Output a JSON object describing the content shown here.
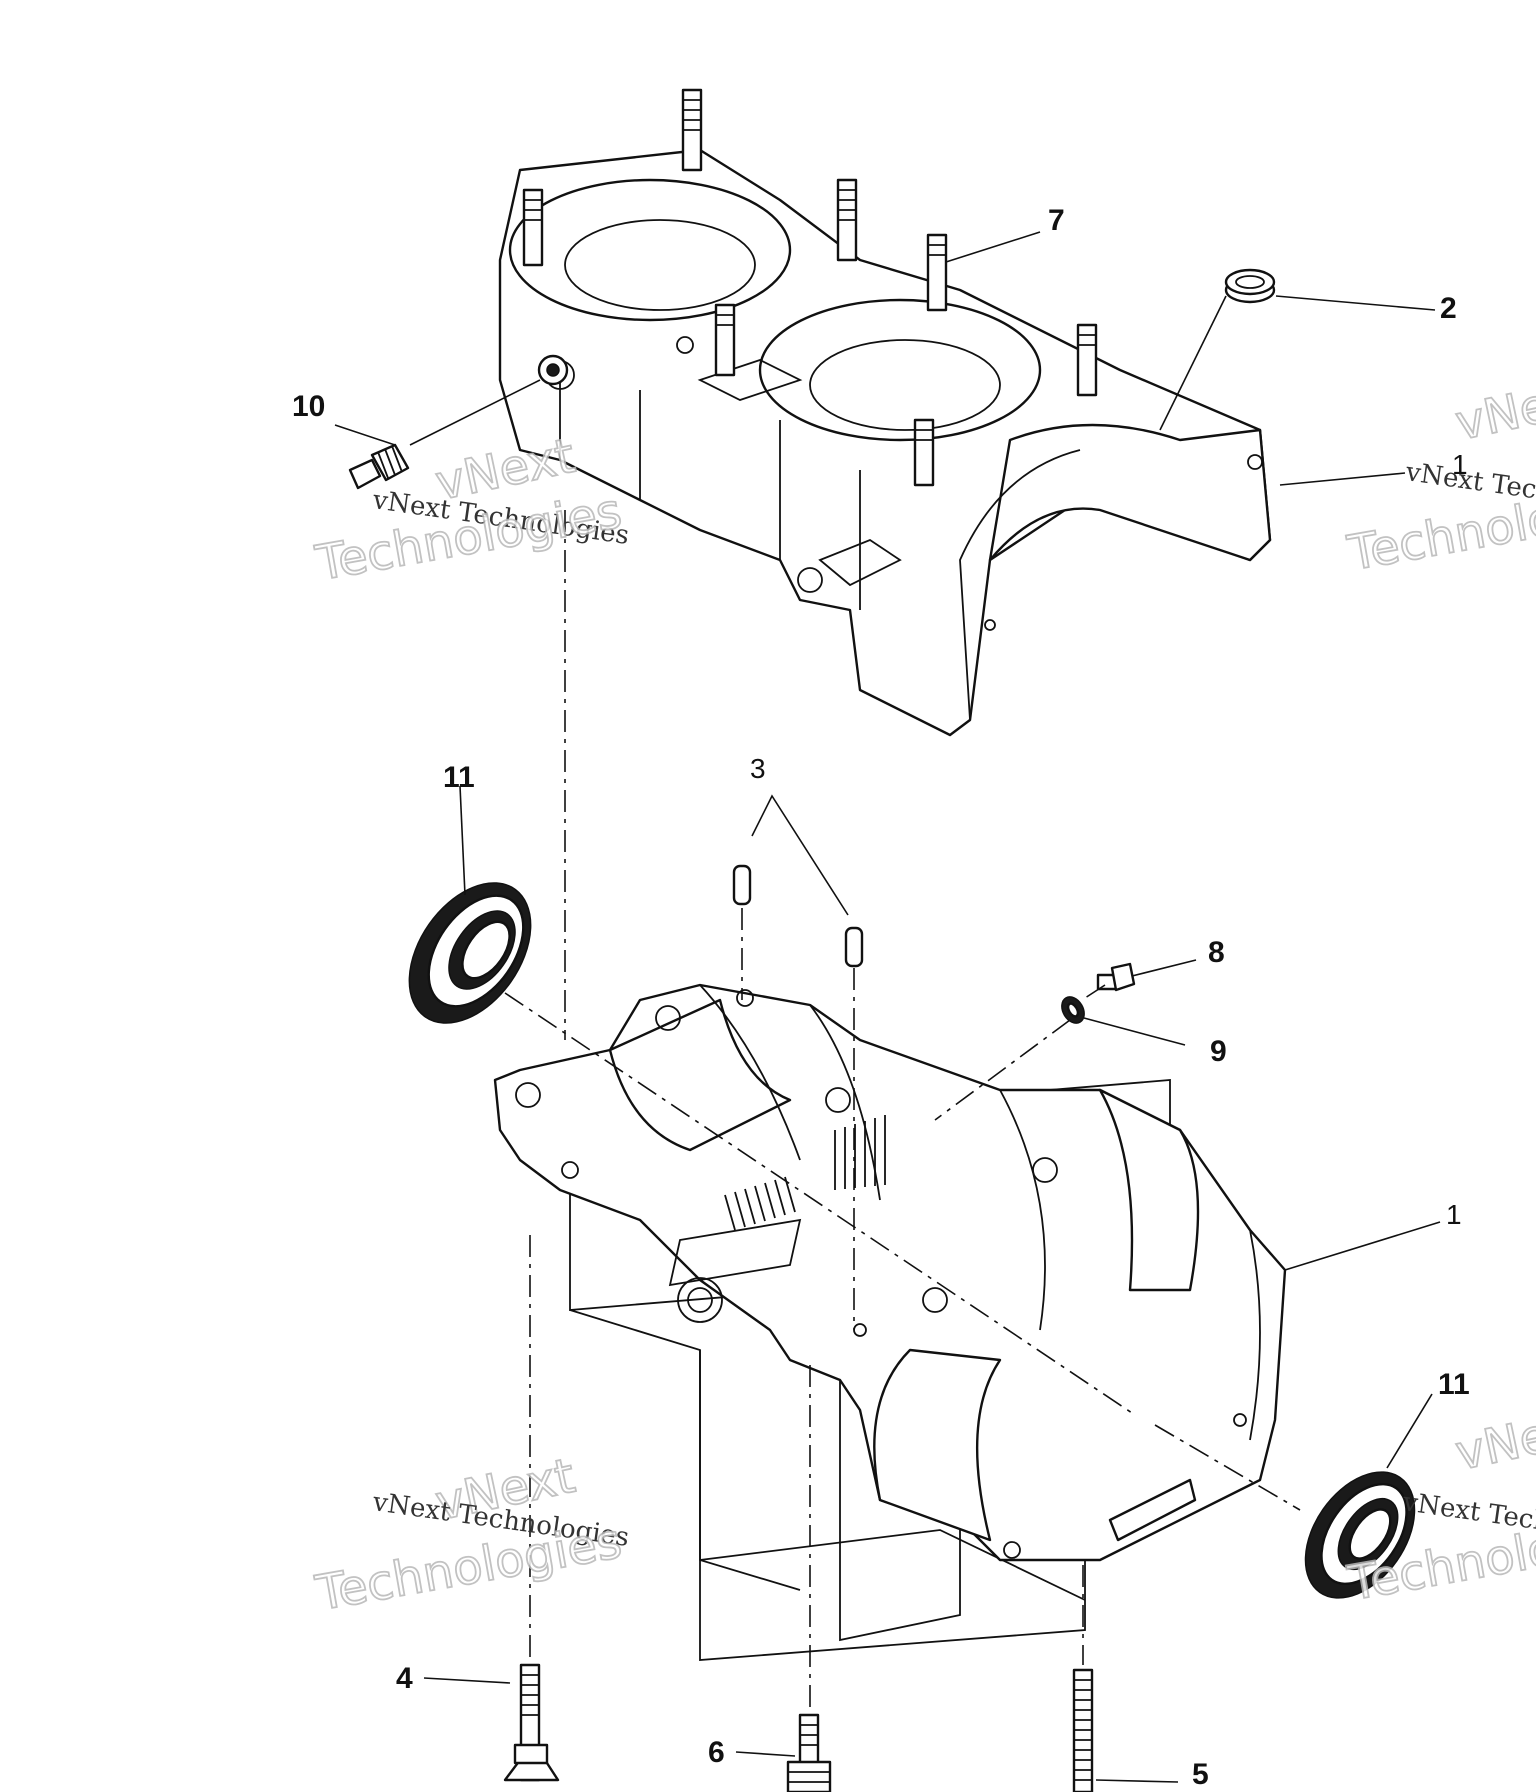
{
  "callouts": {
    "c1_upper": "1",
    "c1_lower": "1",
    "c2": "2",
    "c3": "3",
    "c4": "4",
    "c5": "5",
    "c6": "6",
    "c7": "7",
    "c8": "8",
    "c9": "9",
    "c10": "10",
    "c11_left": "11",
    "c11_right": "11"
  },
  "watermark": {
    "line_small": "vNext Technologies",
    "big_top": "vNext",
    "big_bottom": "Technologies"
  }
}
